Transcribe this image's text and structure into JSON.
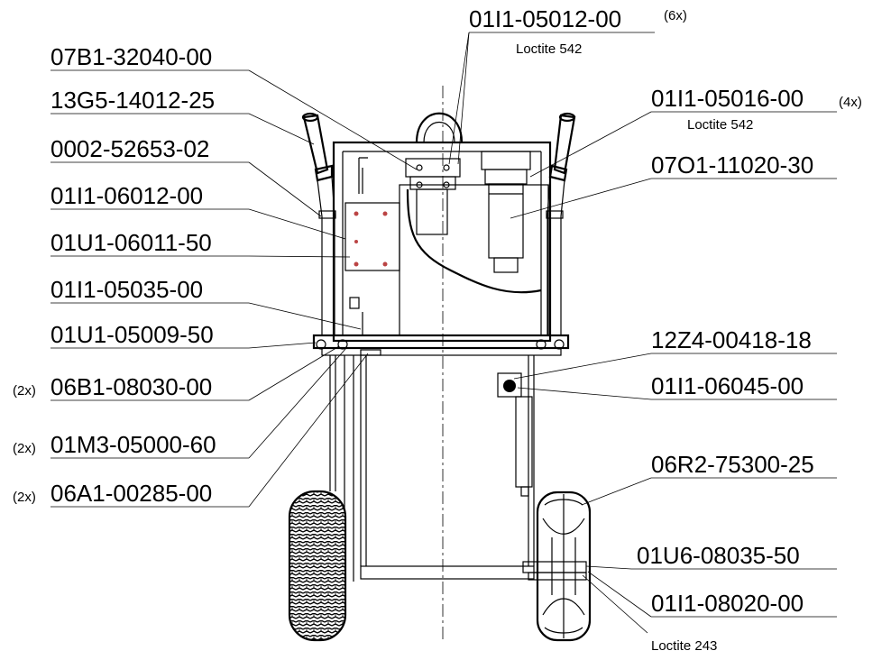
{
  "callouts": {
    "left": [
      {
        "part": "07B1-32040-00",
        "qty": ""
      },
      {
        "part": "13G5-14012-25",
        "qty": ""
      },
      {
        "part": "0002-52653-02",
        "qty": ""
      },
      {
        "part": "01I1-06012-00",
        "qty": ""
      },
      {
        "part": "01U1-06011-50",
        "qty": ""
      },
      {
        "part": "01I1-05035-00",
        "qty": ""
      },
      {
        "part": "01U1-05009-50",
        "qty": ""
      },
      {
        "part": "06B1-08030-00",
        "qty": "(2x)"
      },
      {
        "part": "01M3-05000-60",
        "qty": "(2x)"
      },
      {
        "part": "06A1-00285-00",
        "qty": "(2x)"
      }
    ],
    "top": {
      "part": "01I1-05012-00",
      "qty": "(6x)",
      "note": "Loctite 542"
    },
    "right": [
      {
        "part": "01I1-05016-00",
        "qty": "(4x)",
        "note": "Loctite 542"
      },
      {
        "part": "07O1-11020-30",
        "qty": "",
        "note": ""
      },
      {
        "part": "12Z4-00418-18",
        "qty": "",
        "note": ""
      },
      {
        "part": "01I1-06045-00",
        "qty": "",
        "note": ""
      },
      {
        "part": "06R2-75300-25",
        "qty": "",
        "note": ""
      },
      {
        "part": "01U6-08035-50",
        "qty": "",
        "note": ""
      },
      {
        "part": "01I1-08020-00",
        "qty": "",
        "note": "Loctite 243"
      }
    ]
  }
}
